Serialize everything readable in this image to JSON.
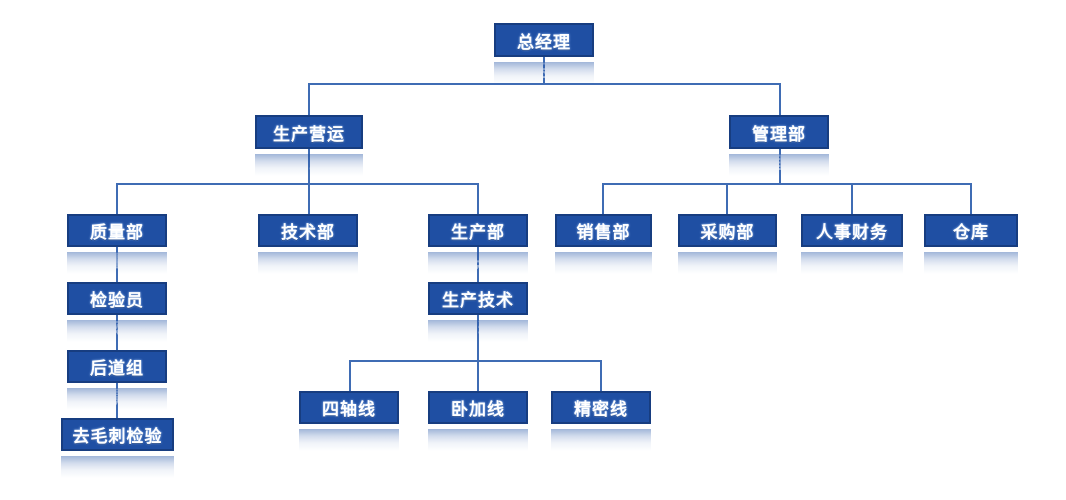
{
  "diagram": {
    "type": "organization-chart",
    "title": "",
    "colors": {
      "box_fill": "#1f4fa3",
      "box_border": "#173d80",
      "connector": "#3f6cb4",
      "text": "#ffffff",
      "background": "#ffffff"
    },
    "nodes": {
      "general_manager": {
        "label": "总经理"
      },
      "production_operations": {
        "label": "生产营运"
      },
      "management_dept": {
        "label": "管理部"
      },
      "quality_dept": {
        "label": "质量部"
      },
      "technical_dept": {
        "label": "技术部"
      },
      "production_dept": {
        "label": "生产部"
      },
      "sales_dept": {
        "label": "销售部"
      },
      "purchasing_dept": {
        "label": "采购部"
      },
      "hr_finance": {
        "label": "人事财务"
      },
      "warehouse": {
        "label": "仓库"
      },
      "inspector": {
        "label": "检验员"
      },
      "back_process_group": {
        "label": "后道组"
      },
      "deburring_inspection": {
        "label": "去毛刺检验"
      },
      "production_technology": {
        "label": "生产技术"
      },
      "four_axis_line": {
        "label": "四轴线"
      },
      "horizontal_machining_line": {
        "label": "卧加线"
      },
      "precision_line": {
        "label": "精密线"
      }
    }
  }
}
